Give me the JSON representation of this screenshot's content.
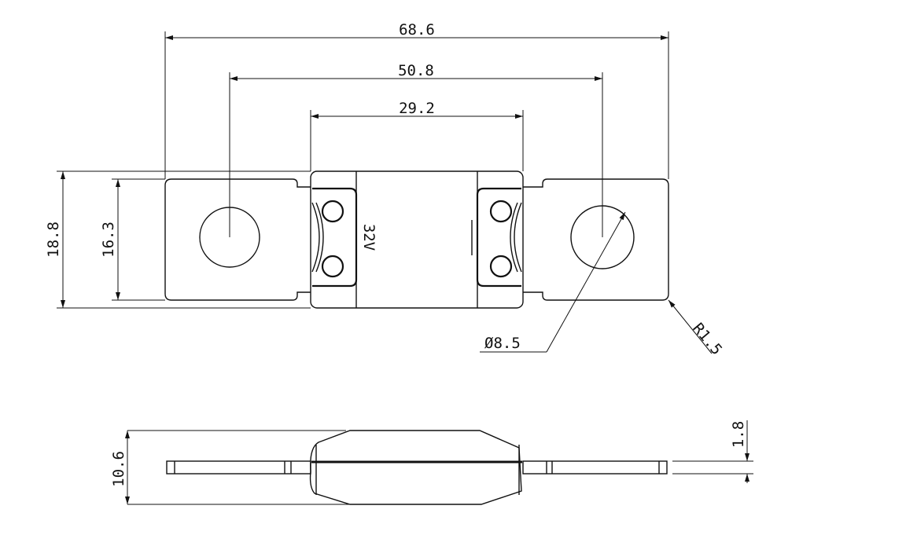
{
  "dimensions": {
    "overall_length": "68.6",
    "hole_spacing": "50.8",
    "body_length": "29.2",
    "overall_width": "18.8",
    "tab_width": "16.3",
    "hole_diameter": "Ø8.5",
    "corner_radius": "R1.5",
    "body_height": "10.6",
    "tab_thickness": "1.8"
  },
  "body_marking": "32V"
}
